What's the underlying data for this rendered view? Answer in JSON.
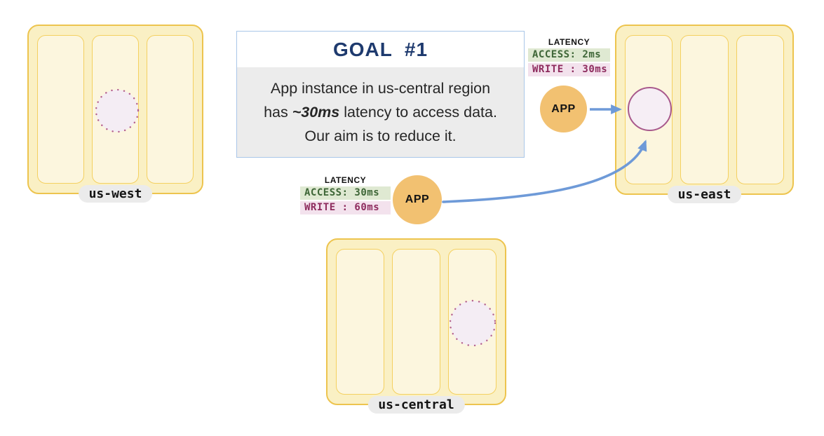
{
  "goal": {
    "title": "GOAL  #1",
    "line1": "App instance in us-central region",
    "line2_prefix": "has ",
    "line2_emphasis": "~30ms",
    "line2_suffix": " latency to access data.",
    "line3": "Our aim is to reduce it."
  },
  "regions": {
    "us_west": {
      "label": "us-west"
    },
    "us_east": {
      "label": "us-east"
    },
    "us_central": {
      "label": "us-central"
    }
  },
  "latency_panels": {
    "us_east_app": {
      "title": "LATENCY",
      "access": "ACCESS: 2ms",
      "write": "WRITE : 30ms"
    },
    "us_central_app": {
      "title": "LATENCY",
      "access": "ACCESS: 30ms",
      "write": "WRITE : 60ms"
    }
  },
  "app_nodes": {
    "us_east": {
      "label": "APP"
    },
    "us_central": {
      "label": "APP"
    }
  },
  "colors": {
    "region_fill": "#faf0c4",
    "region_border": "#edc44e",
    "zone_fill": "#fcf6de",
    "zone_border": "#f4d060",
    "app_fill": "#f2c171",
    "arrow": "#6e9ad8",
    "access_bg": "#dfe9d2",
    "access_text": "#3e6637",
    "write_bg": "#f3e2ed",
    "write_text": "#8e2c5e",
    "goal_title": "#1e3a6e",
    "goal_border": "#a9c6e8",
    "goal_body_bg": "#ececec",
    "replica_border": "#a8598c",
    "replica_fill": "#f6eef5",
    "dot_color": "#b4618f",
    "dot_fill": "#f4edf4",
    "pill_bg": "#ebebeb"
  }
}
